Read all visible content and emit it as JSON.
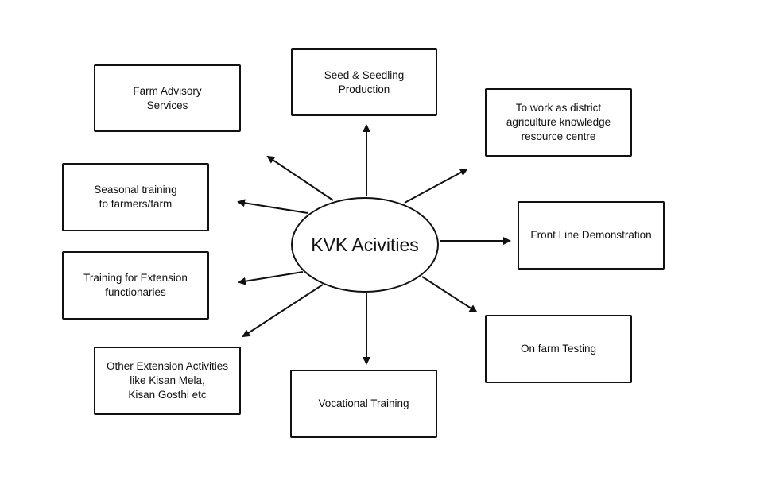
{
  "diagram": {
    "center": {
      "label": "KVK Acivities"
    },
    "nodes": [
      {
        "id": "seed",
        "label": "Seed & Seedling\nProduction"
      },
      {
        "id": "farm-advisory",
        "label": "Farm Advisory\nServices"
      },
      {
        "id": "district-centre",
        "label": "To work as district\nagriculture knowledge\nresource  centre"
      },
      {
        "id": "seasonal-training",
        "label": "Seasonal training\nto farmers/farm"
      },
      {
        "id": "front-line",
        "label": "Front Line Demonstration"
      },
      {
        "id": "extension-training",
        "label": "Training for Extension\nfunctionaries"
      },
      {
        "id": "on-farm-testing",
        "label": "On farm Testing"
      },
      {
        "id": "other-extension",
        "label": "Other Extension Activities\nlike Kisan  Mela,\nKisan Gosthi etc"
      },
      {
        "id": "vocational",
        "label": "Vocational Training"
      }
    ],
    "edges": [
      {
        "from": "center",
        "to": "seed"
      },
      {
        "from": "center",
        "to": "farm-advisory"
      },
      {
        "from": "center",
        "to": "district-centre"
      },
      {
        "from": "center",
        "to": "seasonal-training"
      },
      {
        "from": "center",
        "to": "front-line"
      },
      {
        "from": "center",
        "to": "extension-training"
      },
      {
        "from": "center",
        "to": "on-farm-testing"
      },
      {
        "from": "center",
        "to": "other-extension"
      },
      {
        "from": "center",
        "to": "vocational"
      }
    ],
    "colors": {
      "stroke": "#111111",
      "background": "#ffffff"
    }
  }
}
